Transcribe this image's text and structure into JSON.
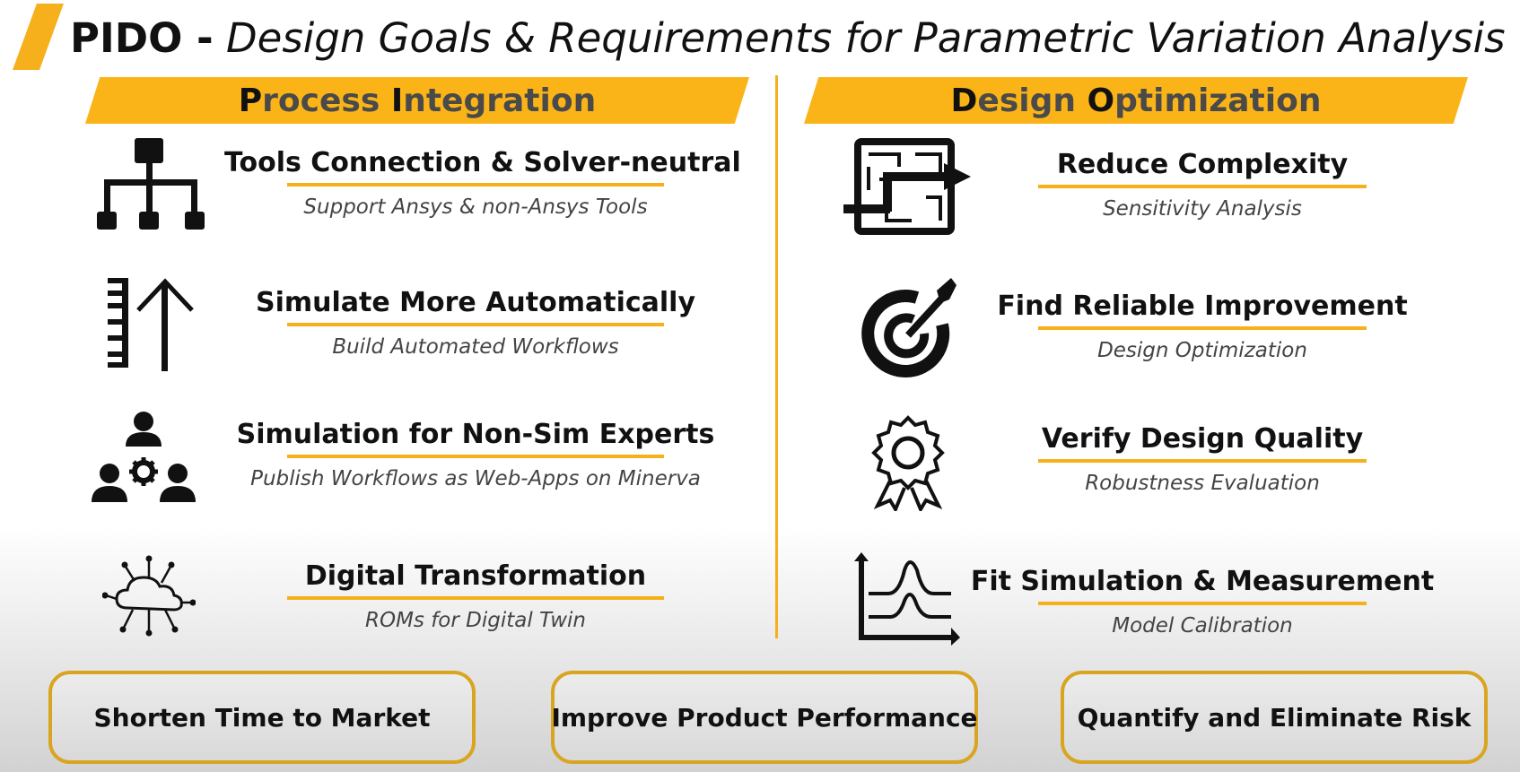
{
  "title": {
    "bold": "PIDO -",
    "italic": "Design Goals & Requirements for Parametric Variation Analysis"
  },
  "left_banner": {
    "cap1": "P",
    "rest1": "rocess ",
    "cap2": "I",
    "rest2": "ntegration"
  },
  "right_banner": {
    "cap1": "D",
    "rest1": "esign ",
    "cap2": "O",
    "rest2": "ptimization"
  },
  "left_items": [
    {
      "heading": "Tools Connection & Solver-neutral",
      "sub": "Support Ansys & non-Ansys Tools",
      "icon": "hierarchy-icon"
    },
    {
      "heading": "Simulate More Automatically",
      "sub": "Build Automated Workflows",
      "icon": "ruler-arrow-icon"
    },
    {
      "heading": "Simulation for Non-Sim Experts",
      "sub": "Publish Workflows as Web-Apps on Minerva",
      "icon": "users-gear-icon"
    },
    {
      "heading": "Digital Transformation",
      "sub": "ROMs for Digital Twin",
      "icon": "cloud-network-icon"
    }
  ],
  "right_items": [
    {
      "heading": "Reduce Complexity",
      "sub": "Sensitivity Analysis",
      "icon": "maze-arrow-icon"
    },
    {
      "heading": "Find Reliable Improvement",
      "sub": "Design Optimization",
      "icon": "target-dart-icon"
    },
    {
      "heading": "Verify Design Quality",
      "sub": "Robustness Evaluation",
      "icon": "award-badge-icon"
    },
    {
      "heading": "Fit Simulation & Measurement",
      "sub": "Model Calibration",
      "icon": "curve-chart-icon"
    }
  ],
  "bottom_boxes": [
    "Shorten Time to Market",
    "Improve Product Performance",
    "Quantify and Eliminate Risk"
  ],
  "colors": {
    "accent": "#fbb417",
    "text": "#111111",
    "subtext": "#444444"
  }
}
